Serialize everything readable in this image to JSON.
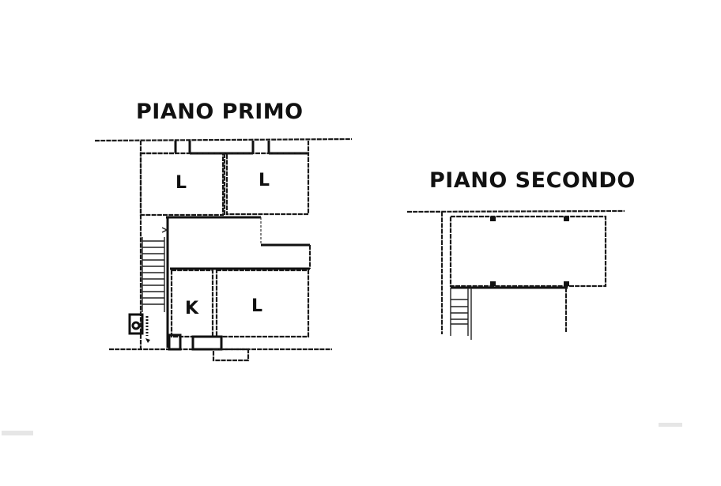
{
  "document": {
    "type": "floor-plan",
    "background": "#ffffff",
    "ink_color": "#111111"
  },
  "floors": [
    {
      "id": "primo",
      "title": "PIANO PRIMO",
      "rooms": [
        {
          "label": "L",
          "position": "top-left"
        },
        {
          "label": "L",
          "position": "top-right"
        },
        {
          "label": "K",
          "position": "bottom-left"
        },
        {
          "label": "L",
          "position": "bottom-right"
        }
      ],
      "features": [
        "staircase",
        "boiler",
        "hallway",
        "balcony"
      ]
    },
    {
      "id": "secondo",
      "title": "PIANO SECONDO",
      "rooms": [],
      "features": [
        "open-attic",
        "staircase"
      ]
    }
  ]
}
